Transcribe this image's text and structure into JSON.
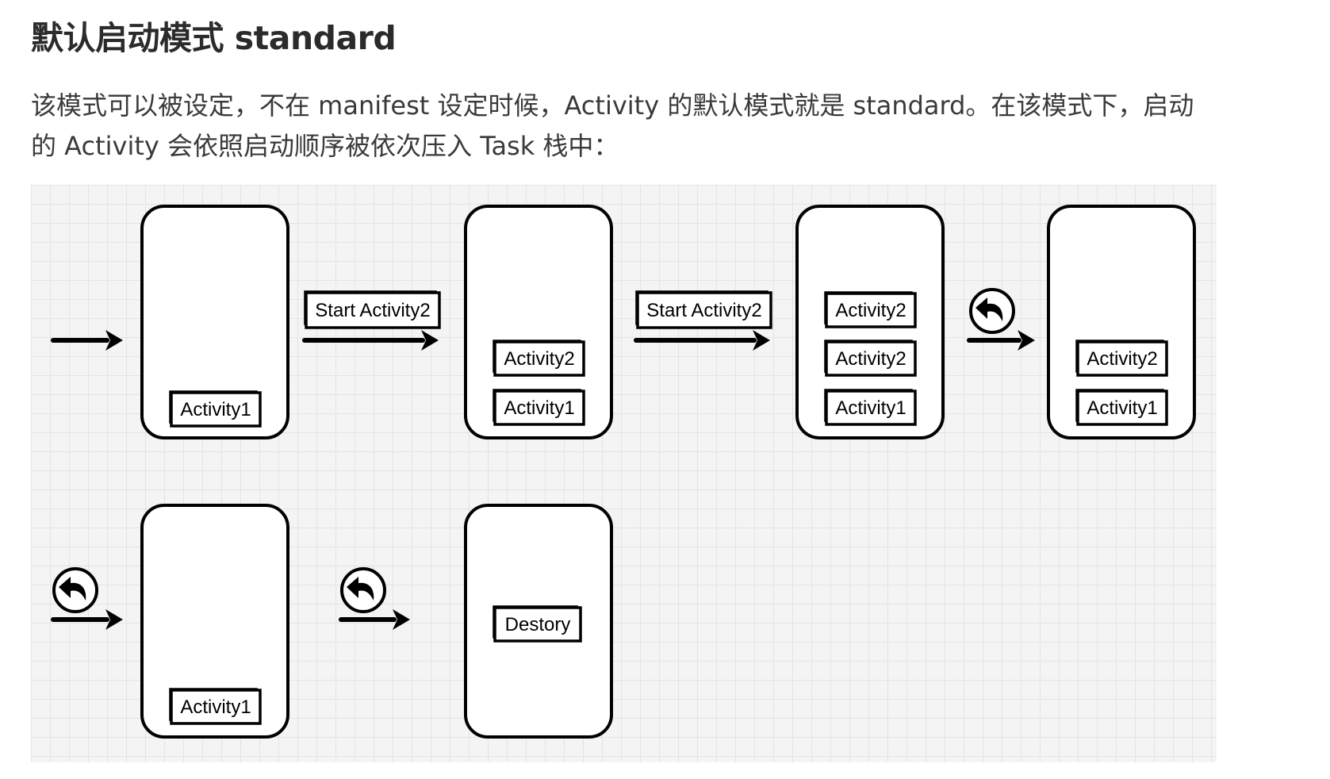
{
  "heading": "默认启动模式 standard",
  "paragraph": {
    "line1": "该模式可以被设定，不在 manifest 设定时候，Activity 的默认模式就是 standard。在该模式下，启动",
    "line2": "的 Activity 会依照启动顺序被依次压入 Task 栈中："
  },
  "diagram": {
    "labels": {
      "start_activity2": "Start Activity2",
      "activity1": "Activity1",
      "activity2": "Activity2",
      "destory": "Destory"
    },
    "stacks": [
      {
        "items": [
          "Activity1"
        ]
      },
      {
        "items": [
          "Activity2",
          "Activity1"
        ]
      },
      {
        "items": [
          "Activity2",
          "Activity2",
          "Activity1"
        ]
      },
      {
        "items": [
          "Activity2",
          "Activity1"
        ]
      },
      {
        "items": [
          "Activity1"
        ]
      },
      {
        "items": [
          "Destory"
        ]
      }
    ],
    "actions": [
      "Start Activity2",
      "Start Activity2"
    ],
    "icons": [
      "arrow-right-icon",
      "back-icon"
    ]
  }
}
